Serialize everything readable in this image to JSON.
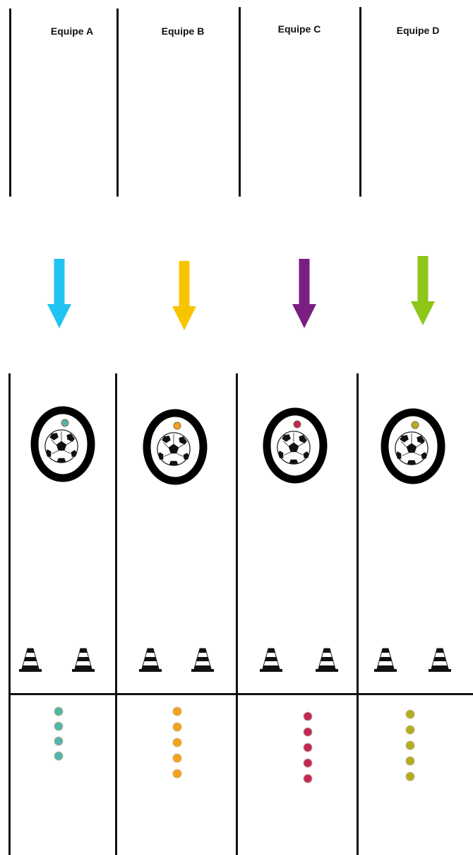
{
  "teams": [
    {
      "label": "Equipe A",
      "color": "#20c4f0",
      "player_color": "#4fb6ad",
      "players": 4
    },
    {
      "label": "Equipe B",
      "color": "#f7c500",
      "player_color": "#f5a21a",
      "players": 5
    },
    {
      "label": "Equipe C",
      "color": "#7a1e82",
      "player_color": "#c2265a",
      "players": 5
    },
    {
      "label": "Equipe D",
      "color": "#8fc61a",
      "player_color": "#b3ad22",
      "players": 5
    }
  ],
  "icons": {
    "arrow": "arrow-down-icon",
    "target": "ring-target-icon",
    "ball": "soccer-ball-icon",
    "cone": "traffic-cone-icon",
    "player": "player-dot-icon"
  }
}
